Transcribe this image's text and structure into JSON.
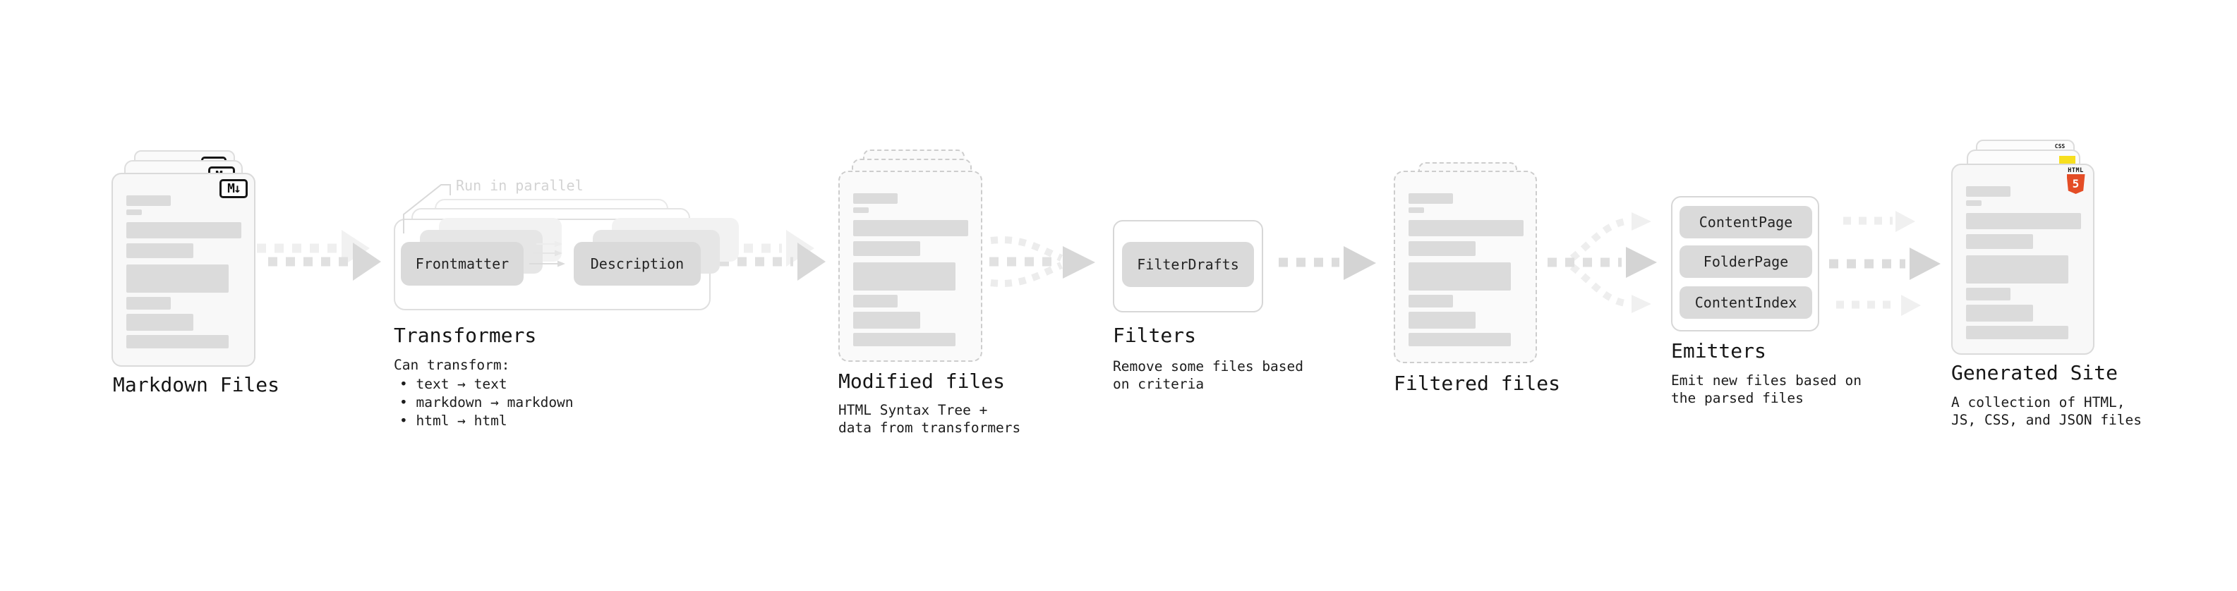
{
  "colors": {
    "background": "#ffffff",
    "card_fill": "#f8f8f8",
    "card_border": "#dadada",
    "dashed_border": "#cdcdcd",
    "skeleton_bar": "#dbdbdb",
    "button_fill": "#dadada",
    "arrow_gray": "#d6d6d6",
    "arrow_light": "#efefef",
    "text": "#1a1a1a",
    "muted_note": "#d3d3d3",
    "html5_orange": "#e44d26",
    "js_yellow": "#f7df1e",
    "css_blue": "#2965f1"
  },
  "markdown_files": {
    "label": "Markdown Files",
    "icon_text": "M↓"
  },
  "transformers": {
    "label": "Transformers",
    "note": "Run in parallel",
    "buttons": [
      "Frontmatter",
      "Description"
    ],
    "desc_title": "Can transform:",
    "bullets": [
      "• text → text",
      "• markdown → markdown",
      "• html → html"
    ]
  },
  "modified_files": {
    "label": "Modified files",
    "desc_lines": [
      "HTML Syntax Tree +",
      "data from transformers"
    ]
  },
  "filters": {
    "label": "Filters",
    "buttons": [
      "FilterDrafts"
    ],
    "desc_lines": [
      "Remove some files based",
      "on criteria"
    ]
  },
  "filtered_files": {
    "label": "Filtered files"
  },
  "emitters": {
    "label": "Emitters",
    "buttons": [
      "ContentPage",
      "FolderPage",
      "ContentIndex"
    ],
    "desc_lines": [
      "Emit new files based on",
      "the parsed files"
    ]
  },
  "generated_site": {
    "label": "Generated Site",
    "desc_lines": [
      "A collection of HTML,",
      "JS, CSS, and JSON files"
    ],
    "html5_badge": {
      "word": "HTML",
      "numeral": "5"
    },
    "css_badge": {
      "word": "CSS"
    }
  }
}
